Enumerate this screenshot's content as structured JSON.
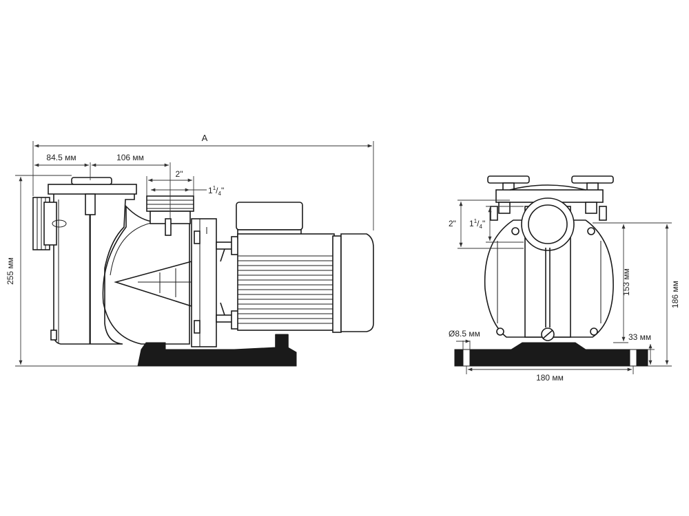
{
  "side_view": {
    "overall_length_label": "A",
    "inlet_offset_label": "84.5 мм",
    "outlet_offset_label": "106 мм",
    "outlet_2in_label": "2\"",
    "outlet_125in_label": {
      "whole": "1",
      "num": "1",
      "den": "4",
      "unit": "\""
    },
    "height_label": "255 мм"
  },
  "front_view": {
    "port_2in_label": "2\"",
    "port_125in_label": {
      "whole": "1",
      "num": "1",
      "den": "4",
      "unit": "\""
    },
    "height_153_label": "153 мм",
    "height_186_label": "186 мм",
    "height_33_label": "33 мм",
    "hole_dia_label": "Ø8.5 мм",
    "width_label": "180 мм"
  }
}
